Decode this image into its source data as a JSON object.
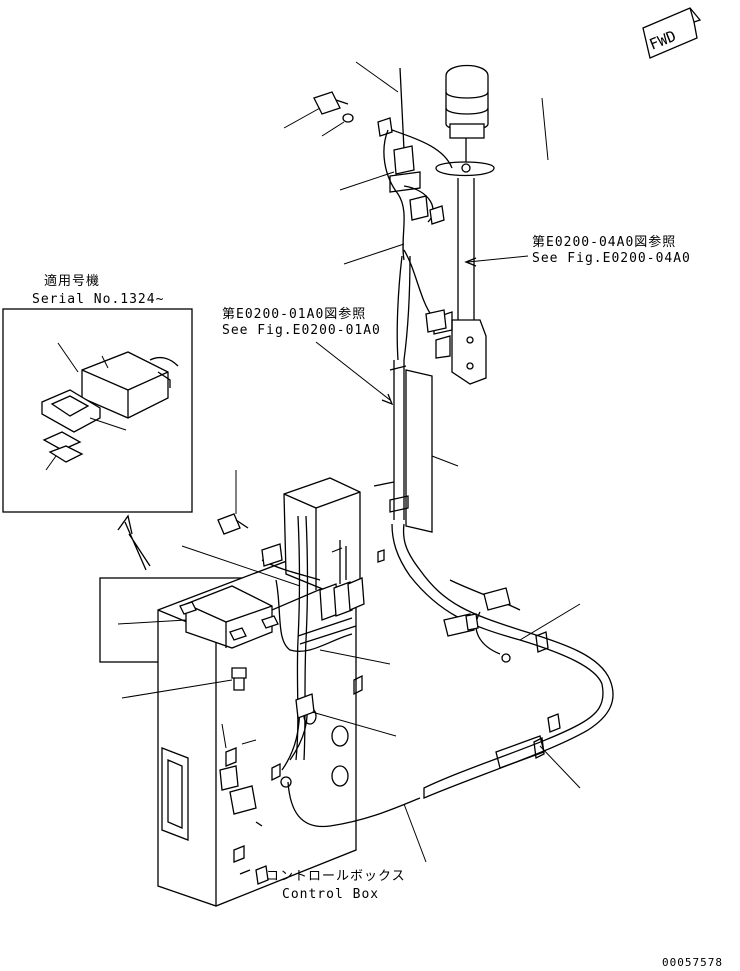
{
  "fwd_label": "FWD",
  "inset": {
    "title_line1": "適用号機",
    "title_line2": "Serial No.1324~"
  },
  "refs": {
    "fig_04a0_jp": "第E0200-04A0図参照",
    "fig_04a0_en": "See Fig.E0200-04A0",
    "fig_01a0_jp": "第E0200-01A0図参照",
    "fig_01a0_en": "See Fig.E0200-01A0"
  },
  "control_box": {
    "label_jp": "コントロールボックス",
    "label_en": "Control Box"
  },
  "drawing_number": "00057578"
}
